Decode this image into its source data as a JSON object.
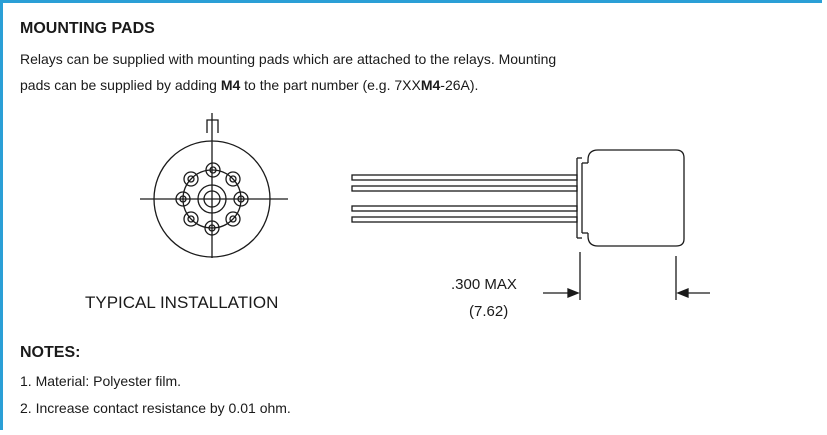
{
  "section": {
    "title": "MOUNTING PADS",
    "line1": "Relays can be supplied with mounting pads which are attached to the relays. Mounting",
    "line2_before": "pads can be supplied by adding ",
    "line2_bold": "M4",
    "line2_middle": " to the part number  (e.g. 7XX",
    "line2_bold2": "M4",
    "line2_after": "-26A)."
  },
  "figure": {
    "caption": "TYPICAL INSTALLATION",
    "dimension": ".300 MAX",
    "dimension_metric": "(7.62)"
  },
  "notes": {
    "title": "NOTES:",
    "items": [
      "1. Material: Polyester film.",
      "2. Increase contact resistance by 0.01 ohm."
    ]
  },
  "colors": {
    "frame": "#2a9fd6",
    "line": "#1a1a1a"
  }
}
